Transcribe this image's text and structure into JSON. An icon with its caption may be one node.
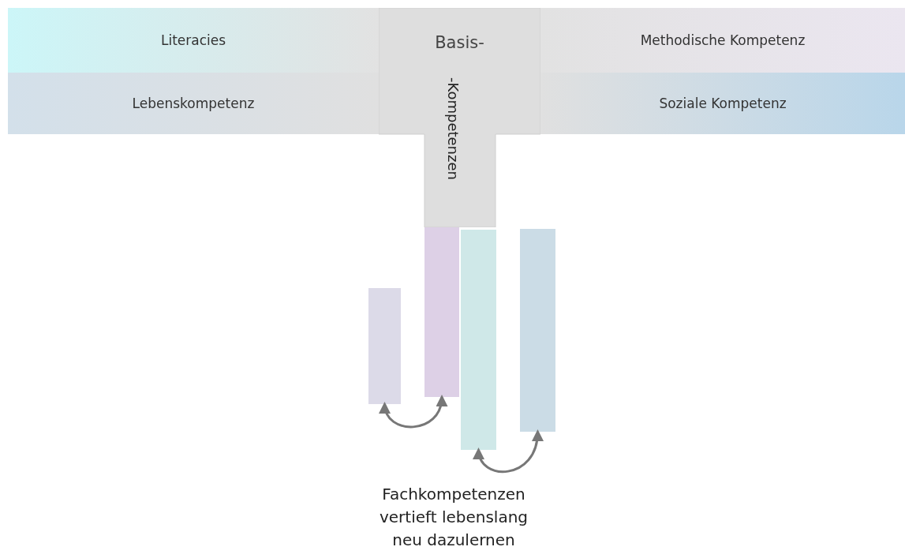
{
  "diagram": {
    "nodes": [
      {
        "text": [
          "Basis-",
          "-Kompetenzen"
        ]
      },
      {
        "text": [
          "Literacies"
        ]
      },
      {
        "text": [
          "Lebenskompetenz"
        ]
      },
      {
        "text": [
          "Methodische Kompetenz"
        ]
      },
      {
        "text": [
          "Soziale Kompetenz"
        ]
      },
      {
        "text": [],
        "shape": "bar"
      },
      {
        "text": [],
        "shape": "bar"
      },
      {
        "text": [],
        "shape": "bar"
      },
      {
        "text": [],
        "shape": "bar"
      },
      {
        "text": [
          "Fachkompetenzen vertieft lebenslang neu dazulernen"
        ]
      }
    ],
    "edges": [
      {
        "from": 5,
        "to": 6,
        "arrow": "both"
      },
      {
        "from": 7,
        "to": 8,
        "arrow": "both"
      }
    ]
  }
}
